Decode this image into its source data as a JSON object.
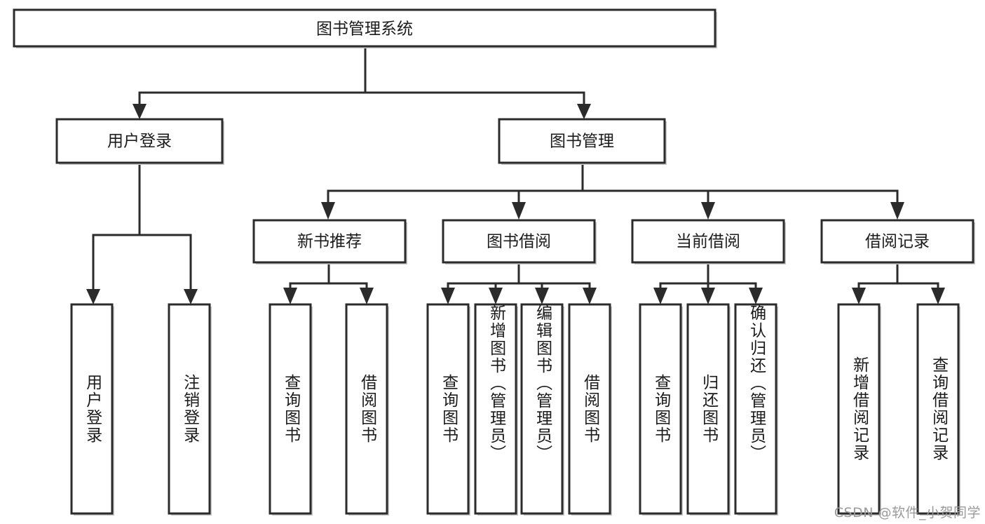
{
  "diagram": {
    "type": "tree",
    "title": "图书管理系统",
    "watermark": "CSDN @软件_小贺同学",
    "colors": {
      "box_border": "#2b2b2b",
      "box_fill": "#ffffff",
      "connector": "#2b2b2b",
      "text": "#1b1b1b",
      "watermark": "#9a9a9a"
    },
    "root": {
      "label": "图书管理系统"
    },
    "level2": [
      {
        "id": "user-login",
        "label": "用户登录"
      },
      {
        "id": "book-manage",
        "label": "图书管理"
      }
    ],
    "level3": [
      {
        "id": "new-book-recommend",
        "label": "新书推荐",
        "parent": "book-manage"
      },
      {
        "id": "book-borrow",
        "label": "图书借阅",
        "parent": "book-manage"
      },
      {
        "id": "current-borrow",
        "label": "当前借阅",
        "parent": "book-manage"
      },
      {
        "id": "borrow-record",
        "label": "借阅记录",
        "parent": "book-manage"
      }
    ],
    "leaves": [
      {
        "id": "leaf-user-login",
        "label": "用户登录",
        "parent": "user-login"
      },
      {
        "id": "leaf-logout-login",
        "label": "注销登录",
        "parent": "user-login"
      },
      {
        "id": "leaf-query-book-1",
        "label": "查询图书",
        "parent": "new-book-recommend"
      },
      {
        "id": "leaf-borrow-book-1",
        "label": "借阅图书",
        "parent": "new-book-recommend"
      },
      {
        "id": "leaf-query-book-2",
        "label": "查询图书",
        "parent": "book-borrow"
      },
      {
        "id": "leaf-add-book",
        "label": "新增图书（管理员）",
        "parent": "book-borrow"
      },
      {
        "id": "leaf-edit-book",
        "label": "编辑图书（管理员）",
        "parent": "book-borrow"
      },
      {
        "id": "leaf-borrow-book-2",
        "label": "借阅图书",
        "parent": "book-borrow"
      },
      {
        "id": "leaf-query-book-3",
        "label": "查询图书",
        "parent": "current-borrow"
      },
      {
        "id": "leaf-return-book",
        "label": "归还图书",
        "parent": "current-borrow"
      },
      {
        "id": "leaf-confirm-return",
        "label": "确认归还（管理员）",
        "parent": "current-borrow"
      },
      {
        "id": "leaf-add-record",
        "label": "新增借阅记录",
        "parent": "borrow-record"
      },
      {
        "id": "leaf-query-record",
        "label": "查询借阅记录",
        "parent": "borrow-record"
      }
    ]
  }
}
